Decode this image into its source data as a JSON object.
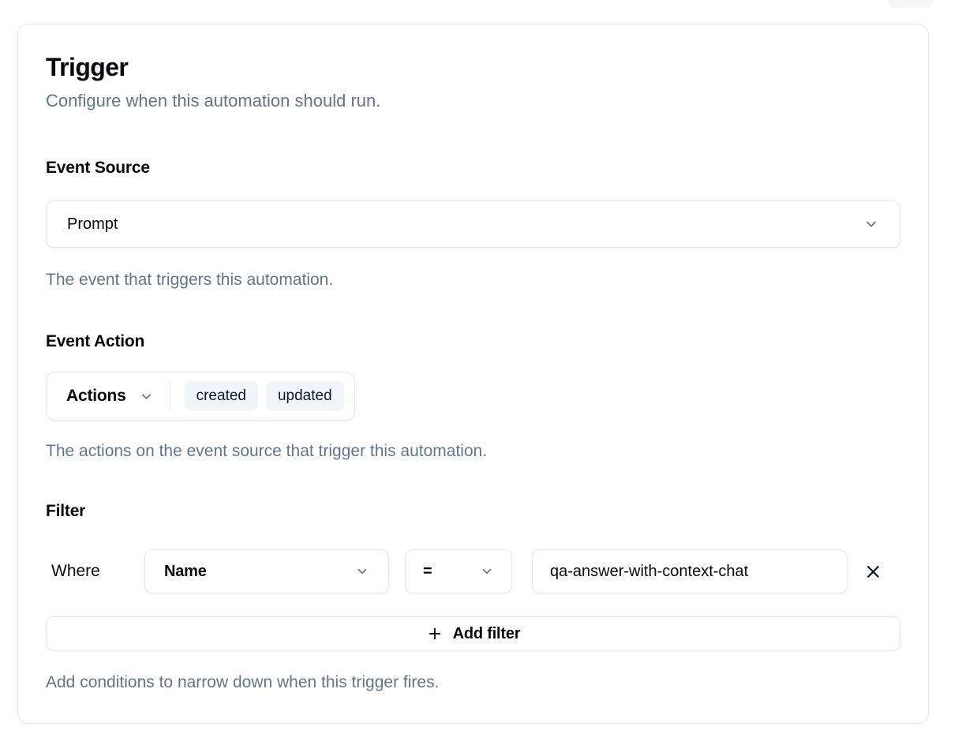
{
  "page": {
    "title": "Trigger",
    "subtitle": "Configure when this automation should run."
  },
  "event_source": {
    "label": "Event Source",
    "selected": "Prompt",
    "helper": "The event that triggers this automation."
  },
  "event_action": {
    "label": "Event Action",
    "dropdown_label": "Actions",
    "selected_actions": [
      "created",
      "updated"
    ],
    "helper": "The actions on the event source that trigger this automation."
  },
  "filter": {
    "label": "Filter",
    "where_label": "Where",
    "field_selected": "Name",
    "operator_selected": "=",
    "value": "qa-answer-with-context-chat",
    "add_filter_label": "Add filter",
    "helper": "Add conditions to narrow down when this trigger fires."
  },
  "icons": {
    "chevron_down": "chevron-down",
    "remove": "x",
    "add": "plus"
  },
  "colors": {
    "text": "#09090b",
    "muted": "#64748b",
    "border": "#e2e8f0",
    "card_border": "#e5e7eb",
    "pill_bg": "#f1f5f9",
    "background": "#ffffff"
  }
}
